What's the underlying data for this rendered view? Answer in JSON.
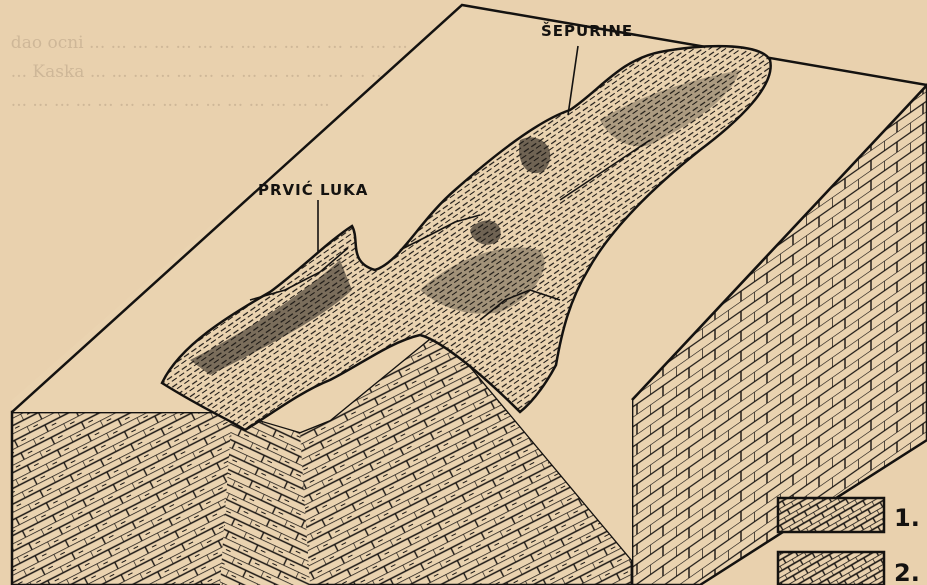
{
  "labels": {
    "place_1": "ŠEPURINE",
    "place_2": "PRVIĆ LUKA"
  },
  "legend": [
    {
      "number": "1."
    },
    {
      "number": "2."
    }
  ],
  "colors": {
    "paper": "#e9d1ae",
    "ink": "#141210"
  }
}
